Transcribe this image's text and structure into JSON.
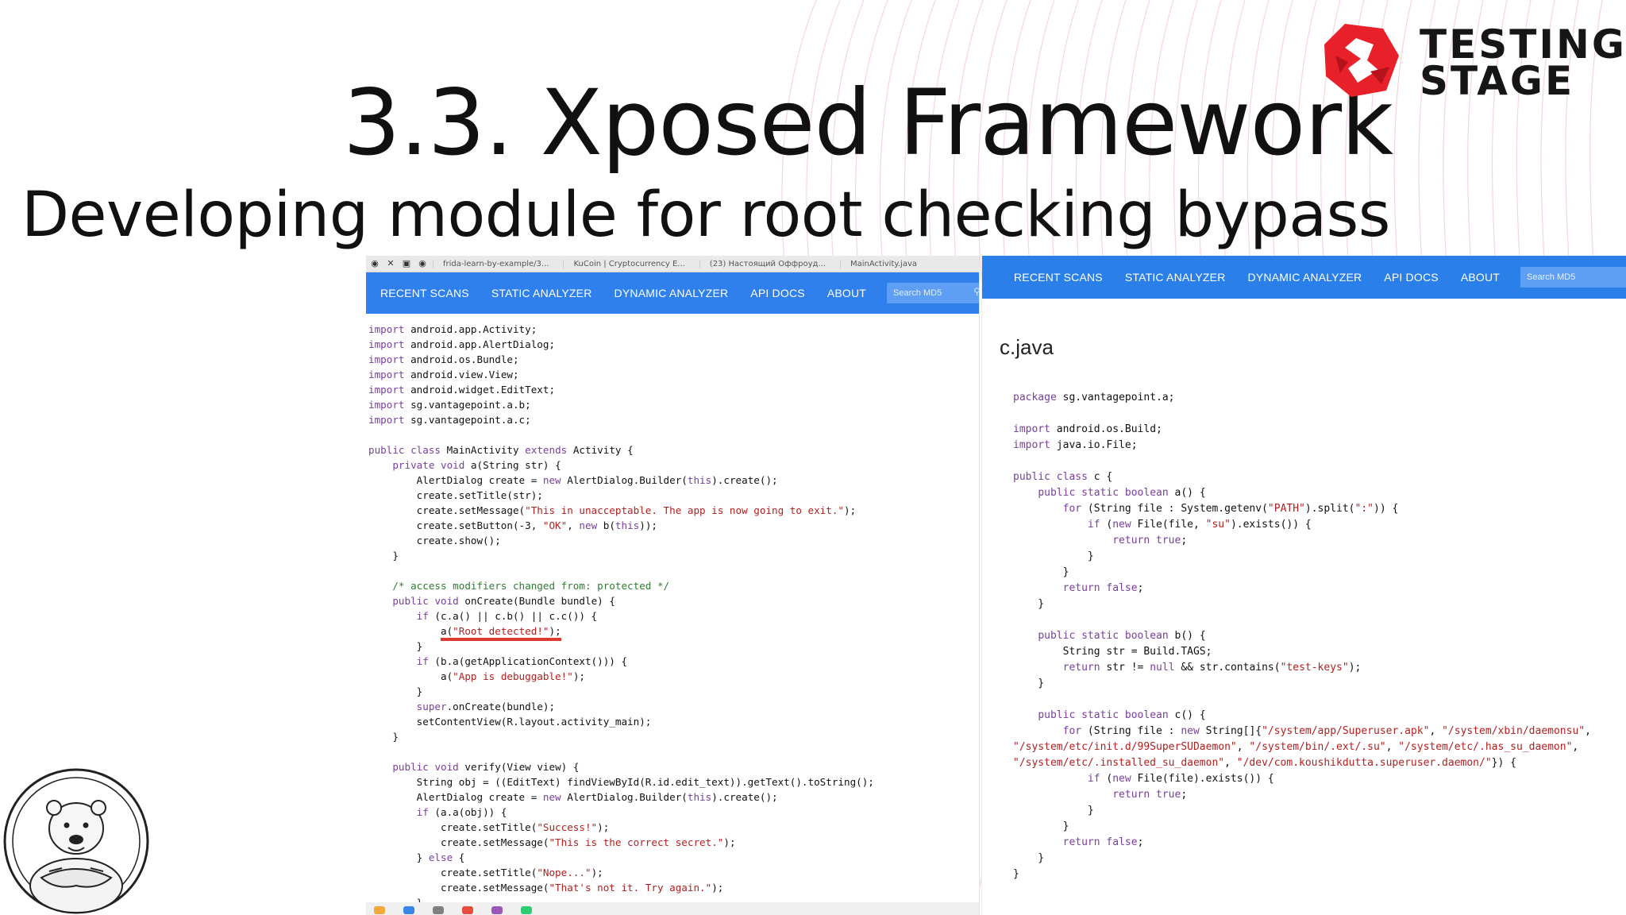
{
  "slide": {
    "title": "3.3. Xposed Framework",
    "subtitle": "Developing module for root checking bypass"
  },
  "logo": {
    "word1": "TESTING",
    "word2": "STAGE",
    "brand_color": "#e8202a"
  },
  "colors": {
    "nav_blue": "#2f80ed",
    "underline_red": "#e03a2c"
  },
  "left_browser": {
    "tabs": [
      "frida-learn-by-example/3...",
      "KuCoin | Cryptocurrency E...",
      "(23) Настоящий Оффроуд...",
      "MainActivity.java"
    ],
    "nav": [
      "RECENT SCANS",
      "STATIC ANALYZER",
      "DYNAMIC ANALYZER",
      "API DOCS",
      "ABOUT"
    ],
    "search_placeholder": "Search MD5"
  },
  "right_browser": {
    "nav": [
      "RECENT SCANS",
      "STATIC ANALYZER",
      "DYNAMIC ANALYZER",
      "API DOCS",
      "ABOUT"
    ],
    "search_placeholder": "Search MD5",
    "file_title": "c.java"
  },
  "left_code": [
    "import android.app.Activity;",
    "import android.app.AlertDialog;",
    "import android.os.Bundle;",
    "import android.view.View;",
    "import android.widget.EditText;",
    "import sg.vantagepoint.a.b;",
    "import sg.vantagepoint.a.c;",
    "",
    "public class MainActivity extends Activity {",
    "    private void a(String str) {",
    "        AlertDialog create = new AlertDialog.Builder(this).create();",
    "        create.setTitle(str);",
    "        create.setMessage(\"This in unacceptable. The app is now going to exit.\");",
    "        create.setButton(-3, \"OK\", new b(this));",
    "        create.show();",
    "    }",
    "",
    "    /* access modifiers changed from: protected */",
    "    public void onCreate(Bundle bundle) {",
    "        if (c.a() || c.b() || c.c()) {",
    "            a(\"Root detected!\");",
    "        }",
    "        if (b.a(getApplicationContext())) {",
    "            a(\"App is debuggable!\");",
    "        }",
    "        super.onCreate(bundle);",
    "        setContentView(R.layout.activity_main);",
    "    }",
    "",
    "    public void verify(View view) {",
    "        String obj = ((EditText) findViewById(R.id.edit_text)).getText().toString();",
    "        AlertDialog create = new AlertDialog.Builder(this).create();",
    "        if (a.a(obj)) {",
    "            create.setTitle(\"Success!\");",
    "            create.setMessage(\"This is the correct secret.\");",
    "        } else {",
    "            create.setTitle(\"Nope...\");",
    "            create.setMessage(\"That's not it. Try again.\");",
    "        }"
  ],
  "right_code": [
    "package sg.vantagepoint.a;",
    "",
    "import android.os.Build;",
    "import java.io.File;",
    "",
    "public class c {",
    "    public static boolean a() {",
    "        for (String file : System.getenv(\"PATH\").split(\":\")) {",
    "            if (new File(file, \"su\").exists()) {",
    "                return true;",
    "            }",
    "        }",
    "        return false;",
    "    }",
    "",
    "    public static boolean b() {",
    "        String str = Build.TAGS;",
    "        return str != null && str.contains(\"test-keys\");",
    "    }",
    "",
    "    public static boolean c() {",
    "        for (String file : new String[]{\"/system/app/Superuser.apk\", \"/system/xbin/daemonsu\",",
    "\"/system/etc/init.d/99SuperSUDaemon\", \"/system/bin/.ext/.su\", \"/system/etc/.has_su_daemon\",",
    "\"/system/etc/.installed_su_daemon\", \"/dev/com.koushikdutta.superuser.daemon/\"}) {",
    "            if (new File(file).exists()) {",
    "                return true;",
    "            }",
    "        }",
    "        return false;",
    "    }",
    "}"
  ]
}
